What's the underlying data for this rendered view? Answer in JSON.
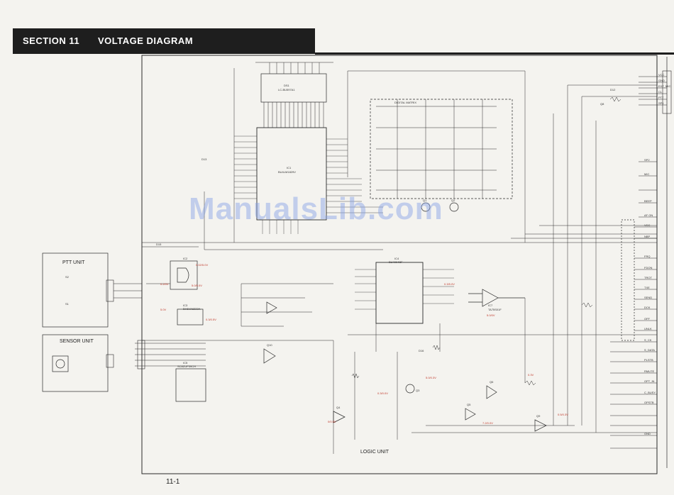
{
  "header": {
    "section": "SECTION 11",
    "title": "VOLTAGE DIAGRAM"
  },
  "page_number": "11-1",
  "watermark": "ManualsLib.com",
  "units": {
    "ptt": "PTT UNIT",
    "sensor": "SENSOR UNIT",
    "logic": "LOGIC UNIT"
  },
  "components": {
    "ic1": "IC1",
    "ic1_part": "BU4LM1829V",
    "ds1": "DS1",
    "ds1_part": "LC-BU597A1",
    "ic2": "IC2",
    "ic3": "IC3",
    "ic3_part": "BH6VA6222A",
    "ic4": "IC4",
    "ic4_part": "BU4094BF",
    "ic5": "IC5",
    "ic5_part": "SC8ZUP39CH",
    "ic7": "IC7",
    "ic7_part": "TA75S01F",
    "q1": "Q1",
    "q2": "Q2",
    "q3": "Q3",
    "q4": "Q4",
    "q5": "Q5",
    "q6": "Q6",
    "q8": "Q8",
    "q9": "Q9",
    "q10": "Q10",
    "d12": "D12",
    "d13": "D13",
    "d15": "D15",
    "d16": "D16",
    "matrix": "DIGITAL MATRIX",
    "s1": "S1",
    "s2": "S2"
  },
  "right_connectors": [
    "VCC",
    "GND",
    "EXT_MIC",
    "CL",
    "PTT",
    "SP1",
    "SP2",
    "MIC",
    "BEEP",
    "AF ON",
    "VCC",
    "NBP",
    "FRQ",
    "FDON",
    "TROT",
    "TXE",
    "SEND",
    "DCK",
    "OFF",
    "UNLK",
    "S_CK",
    "S_DATA",
    "PLSTB",
    "RMUTE",
    "OPT_IN",
    "C_BUSY",
    "OPSTB",
    "GND"
  ],
  "voltages": [
    "0.02/5.0V",
    "5.0/5.0V",
    "5.0V",
    "0.3/0.5V",
    "0.3/5.0V",
    "5.0/0V",
    "5.0/0.3V",
    "0.3/0.0V",
    "0/0.5V",
    "7.2/0.0V",
    "0.3V",
    "0.5/0.3V",
    "0.2/0V"
  ]
}
